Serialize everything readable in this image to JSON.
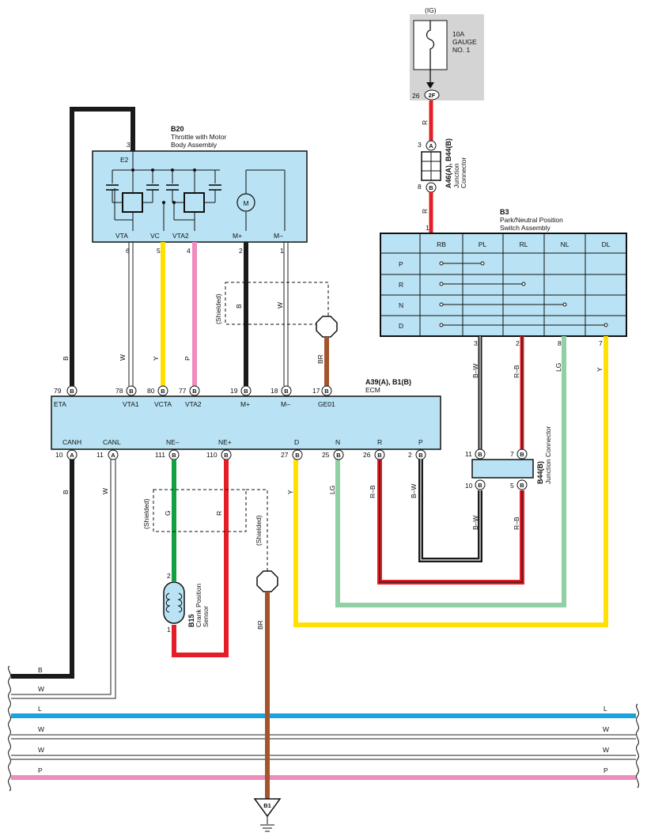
{
  "fuse": {
    "supply": "(IG)",
    "rating": "10A",
    "name_line1": "GAUGE",
    "name_line2": "NO. 1",
    "pin": "26",
    "connector": "2F"
  },
  "junction_a46": {
    "code": "A46(A), B44(B)",
    "name_line1": "Junction",
    "name_line2": "Connector",
    "pin_top": "3",
    "pin_top_conn": "A",
    "pin_bottom": "8",
    "pin_bottom_conn": "B",
    "wire_top": "R",
    "wire_bottom": "R"
  },
  "throttle": {
    "code": "B20",
    "title_line1": "Throttle with Motor",
    "title_line2": "Body Assembly",
    "pin_e2": "3",
    "label_e2": "E2",
    "terminals": [
      {
        "label": "VTA",
        "pin": "6"
      },
      {
        "label": "VC",
        "pin": "5"
      },
      {
        "label": "VTA2",
        "pin": "4"
      },
      {
        "label": "M+",
        "pin": "2"
      },
      {
        "label": "M–",
        "pin": "1"
      }
    ],
    "motor": "M"
  },
  "park_switch": {
    "code": "B3",
    "title_line1": "Park/Neutral Position",
    "title_line2": "Switch Assembly",
    "pin_in": "1",
    "columns": [
      "RB",
      "PL",
      "RL",
      "NL",
      "DL"
    ],
    "rows": [
      "P",
      "R",
      "N",
      "D"
    ],
    "pins": [
      {
        "pin": "3",
        "wire": "B–W"
      },
      {
        "pin": "2",
        "wire": "R–B"
      },
      {
        "pin": "8",
        "wire": "LG"
      },
      {
        "pin": "7",
        "wire": "Y"
      }
    ]
  },
  "ecm": {
    "code": "A39(A), B1(B)",
    "name": "ECM",
    "top": [
      {
        "label": "ETA",
        "pin": "79",
        "conn": "B",
        "wire": "B"
      },
      {
        "label": "VTA1",
        "pin": "78",
        "conn": "B",
        "wire": "W"
      },
      {
        "label": "VCTA",
        "pin": "80",
        "conn": "B",
        "wire": "Y"
      },
      {
        "label": "VTA2",
        "pin": "77",
        "conn": "B",
        "wire": "P"
      },
      {
        "label": "M+",
        "pin": "19",
        "conn": "B",
        "wire": "B"
      },
      {
        "label": "M–",
        "pin": "18",
        "conn": "B",
        "wire": "W"
      },
      {
        "label": "GE01",
        "pin": "17",
        "conn": "B",
        "wire": "BR"
      }
    ],
    "bottom": [
      {
        "label": "CANH",
        "pin": "10",
        "conn": "A",
        "wire": "B"
      },
      {
        "label": "CANL",
        "pin": "11",
        "conn": "A",
        "wire": "W"
      },
      {
        "label": "NE–",
        "pin": "111",
        "conn": "B",
        "wire": "G"
      },
      {
        "label": "NE+",
        "pin": "110",
        "conn": "B",
        "wire": "R"
      },
      {
        "label": "D",
        "pin": "27",
        "conn": "B",
        "wire": "Y"
      },
      {
        "label": "N",
        "pin": "25",
        "conn": "B",
        "wire": "LG"
      },
      {
        "label": "R",
        "pin": "26",
        "conn": "B",
        "wire": "R–B"
      },
      {
        "label": "P",
        "pin": "2",
        "conn": "B",
        "wire": "B–W"
      }
    ]
  },
  "junction_b44": {
    "code": "B44(B)",
    "name": "Junction Connector",
    "pins_top": [
      {
        "pin": "11",
        "conn": "B"
      },
      {
        "pin": "7",
        "conn": "B"
      }
    ],
    "pins_bottom": [
      {
        "pin": "10",
        "conn": "B"
      },
      {
        "pin": "5",
        "conn": "B"
      }
    ],
    "wire_left": "B–W",
    "wire_right": "R–B"
  },
  "crank_sensor": {
    "code": "B15",
    "name_line1": "Crank Position",
    "name_line2": "Sensor",
    "pin_top": "2",
    "pin_bottom": "1"
  },
  "shielded": "(Shielded)",
  "ground": {
    "code": "B1",
    "wire": "BR"
  },
  "bus": [
    {
      "wire": "B",
      "color": "#222222"
    },
    {
      "wire": "W",
      "color": "#ffffff"
    },
    {
      "wire": "L",
      "color": "#1aa3e0"
    },
    {
      "wire": "W",
      "color": "#ffffff"
    },
    {
      "wire": "W",
      "color": "#ffffff"
    },
    {
      "wire": "P",
      "color": "#ef8bbd"
    }
  ],
  "colors": {
    "box": "#b9e3f4",
    "black": "#1a1a1a",
    "red": "#e31e26",
    "yellow": "#ffe000",
    "pink": "#ef8bbd",
    "brown": "#a4542b",
    "green": "#14a040",
    "lightgreen": "#8fd0a4",
    "blue": "#1aa3e0",
    "grey": "#d4d4d4"
  }
}
